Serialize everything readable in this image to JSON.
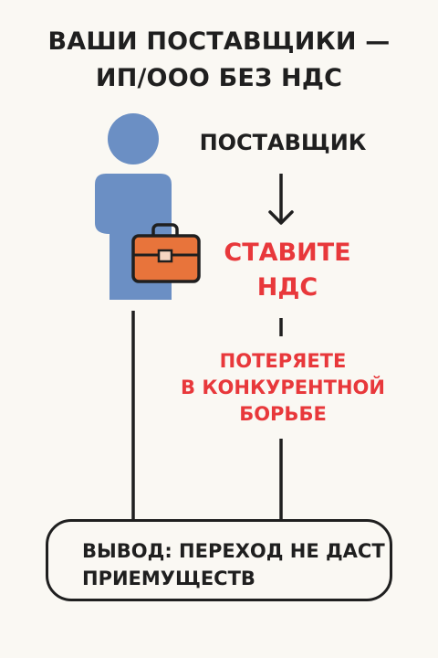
{
  "title": {
    "line1": "ВАШИ ПОСТАВЩИКИ —",
    "line2": "ИП/ООО БЕЗ НДС"
  },
  "supplier_label": "ПОСТАВЩИК",
  "vat_label": {
    "line1": "СТАВИТЕ",
    "line2": "НДС"
  },
  "loss_label": {
    "line1": "ПОТЕРЯЕТЕ",
    "line2": "В КОНКУРЕНТНОЙ",
    "line3": "БОРЬБЕ"
  },
  "conclusion": {
    "line1": "ВЫВОД: ПЕРЕХОД НЕ ДАСТ",
    "line2": "ПРИЕМУЩЕСТВ"
  },
  "colors": {
    "person": "#6b8fc4",
    "briefcase": "#e8743b",
    "accent_red": "#e8383b",
    "ink": "#1f1f1f"
  }
}
